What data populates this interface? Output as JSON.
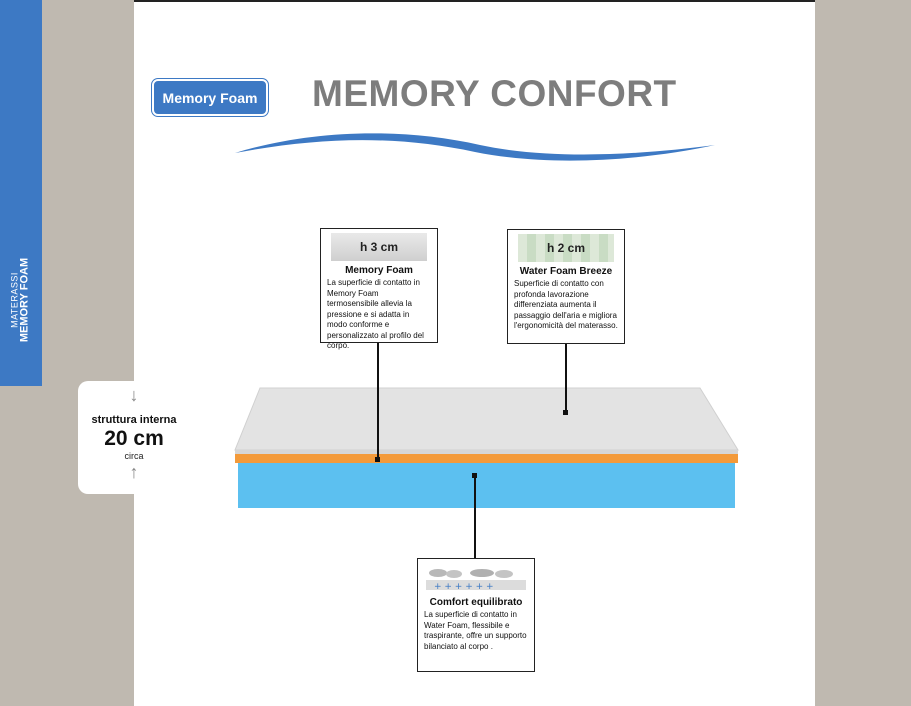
{
  "sidebar": {
    "category": "MATERASSI",
    "product_line": "MEMORY FOAM"
  },
  "brand_badge": "Memory Foam",
  "product_title": "MEMORY CONFORT",
  "height_card": {
    "label": "struttura interna",
    "size": "20 cm",
    "note": "circa"
  },
  "layers": [
    {
      "height": "h 3 cm",
      "title": "Memory Foam",
      "description": "La superficie di contatto in Memory Foam termosensibile allevia la pressione e si adatta in modo conforme e personalizzato al profilo del corpo."
    },
    {
      "height": "h 2 cm",
      "title": "Water Foam Breeze",
      "description": "Superficie di contatto con profonda lavorazione differenziata aumenta il passaggio dell'aria e migliora l'ergonomicità del materasso."
    },
    {
      "height": "",
      "title": "Comfort equilibrato",
      "description": "La superficie di contatto in Water Foam, flessibile e traspirante, offre un supporto bilanciato al corpo ."
    }
  ],
  "colors": {
    "accent_blue": "#3d79c4",
    "side_panel": "#bfb9b0",
    "title_gray": "#7d7d7d",
    "memory_layer": "#e8e8e8",
    "orange_layer": "#f39a3a",
    "base_layer": "#5cc0f0"
  }
}
